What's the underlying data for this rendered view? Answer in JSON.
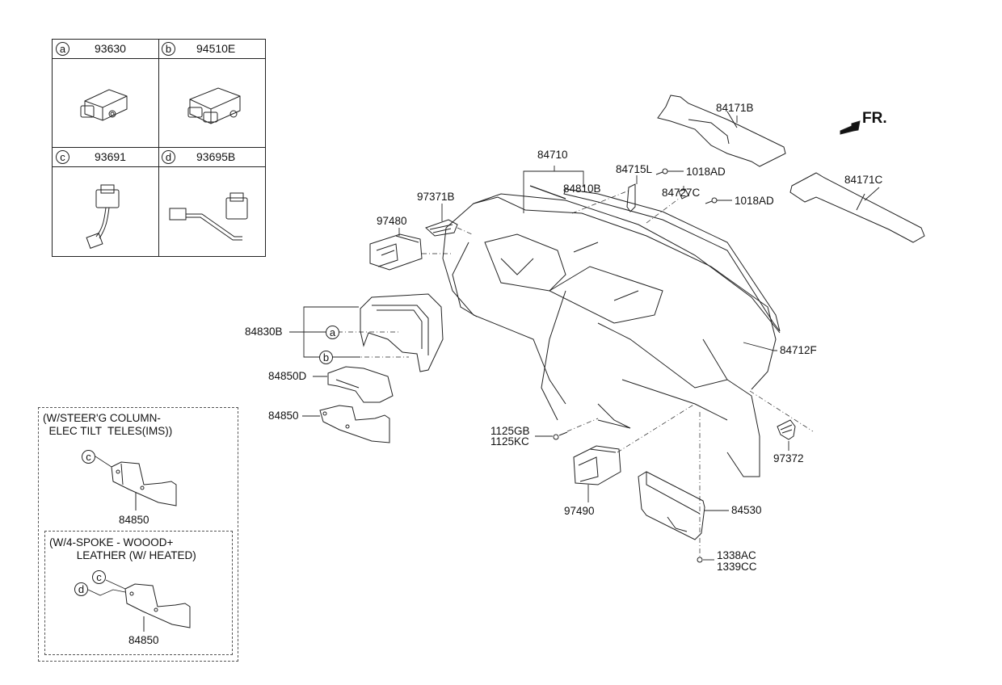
{
  "diagram": {
    "title": "Crash Pad / Instrument Panel Parts Diagram",
    "direction_marker": "FR.",
    "legend": [
      {
        "key": "a",
        "part": "93630"
      },
      {
        "key": "b",
        "part": "94510E"
      },
      {
        "key": "c",
        "part": "93691"
      },
      {
        "key": "d",
        "part": "93695B"
      }
    ],
    "options": [
      {
        "note": "(W/STEER'G COLUMN-\n  ELEC TILT  TELES(IMS))",
        "part": "84850",
        "callouts": [
          "c"
        ]
      },
      {
        "note": "(W/4-SPOKE - WOOOD+\n         LEATHER (W/ HEATED)",
        "part": "84850",
        "callouts": [
          "c",
          "d"
        ]
      }
    ],
    "labels": {
      "p84171B": "84171B",
      "p84171C": "84171C",
      "p84710": "84710",
      "p84715L": "84715L",
      "p1018AD_1": "1018AD",
      "p84810B": "84810B",
      "p84727C": "84727C",
      "p1018AD_2": "1018AD",
      "p97371B": "97371B",
      "p97480": "97480",
      "p84830B": "84830B",
      "p84712F": "84712F",
      "p84850D": "84850D",
      "p84850": "84850",
      "p1125GB": "1125GB",
      "p1125KC": "1125KC",
      "p97372": "97372",
      "p97490": "97490",
      "p84530": "84530",
      "p1338AC": "1338AC",
      "p1339CC": "1339CC"
    },
    "callouts": {
      "a": "a",
      "b": "b",
      "c": "c",
      "d": "d"
    }
  }
}
